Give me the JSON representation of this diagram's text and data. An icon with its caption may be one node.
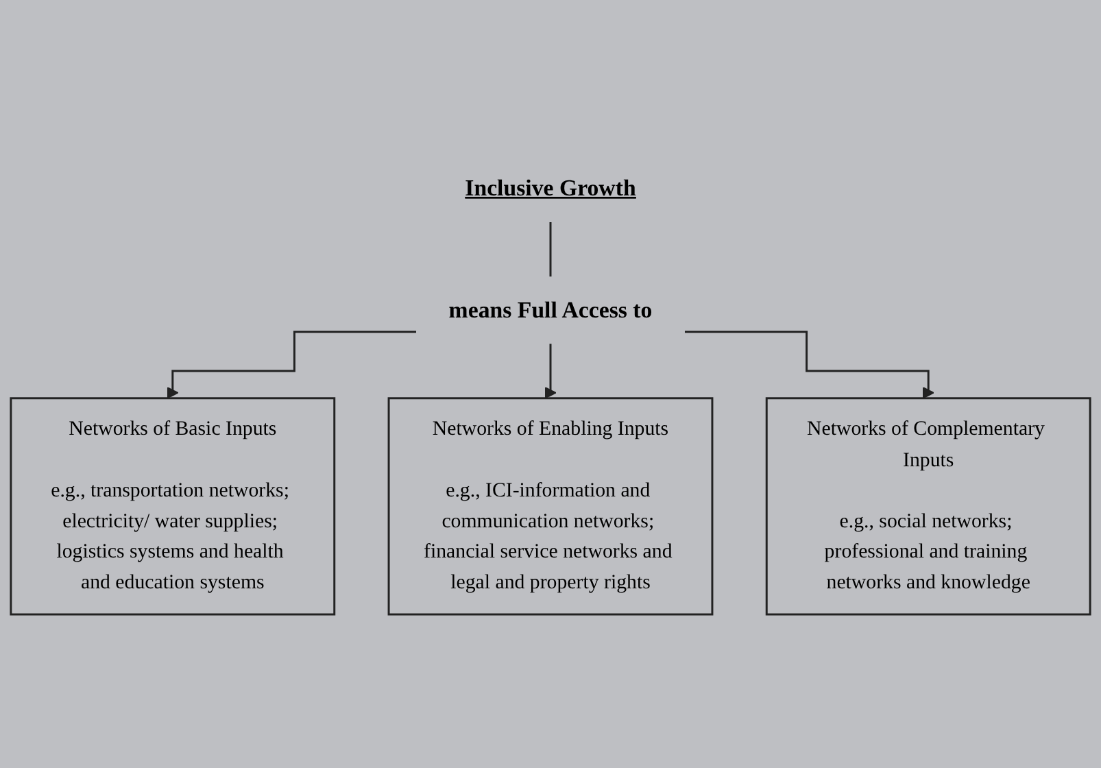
{
  "diagram": {
    "nodes": [
      {
        "text": [
          "Inclusive Growth"
        ]
      },
      {
        "text": [
          "means Full Access to"
        ]
      },
      {
        "text": [
          "Networks of Basic Inputs",
          "e.g., transportation networks; electricity/ water supplies; logistics systems and health and education systems"
        ]
      },
      {
        "text": [
          "Networks of Enabling Inputs",
          "e.g., ICI-information and communication networks; financial service networks and legal and property rights"
        ]
      },
      {
        "text": [
          "Networks of Complementary Inputs",
          "e.g., social networks; professional and training networks and knowledge"
        ]
      }
    ],
    "edges": [
      {
        "from": 0,
        "to": 1,
        "arrow": "none"
      },
      {
        "from": 1,
        "to": 2,
        "arrow": "to"
      },
      {
        "from": 1,
        "to": 3,
        "arrow": "to"
      },
      {
        "from": 1,
        "to": 4,
        "arrow": "to"
      }
    ]
  }
}
